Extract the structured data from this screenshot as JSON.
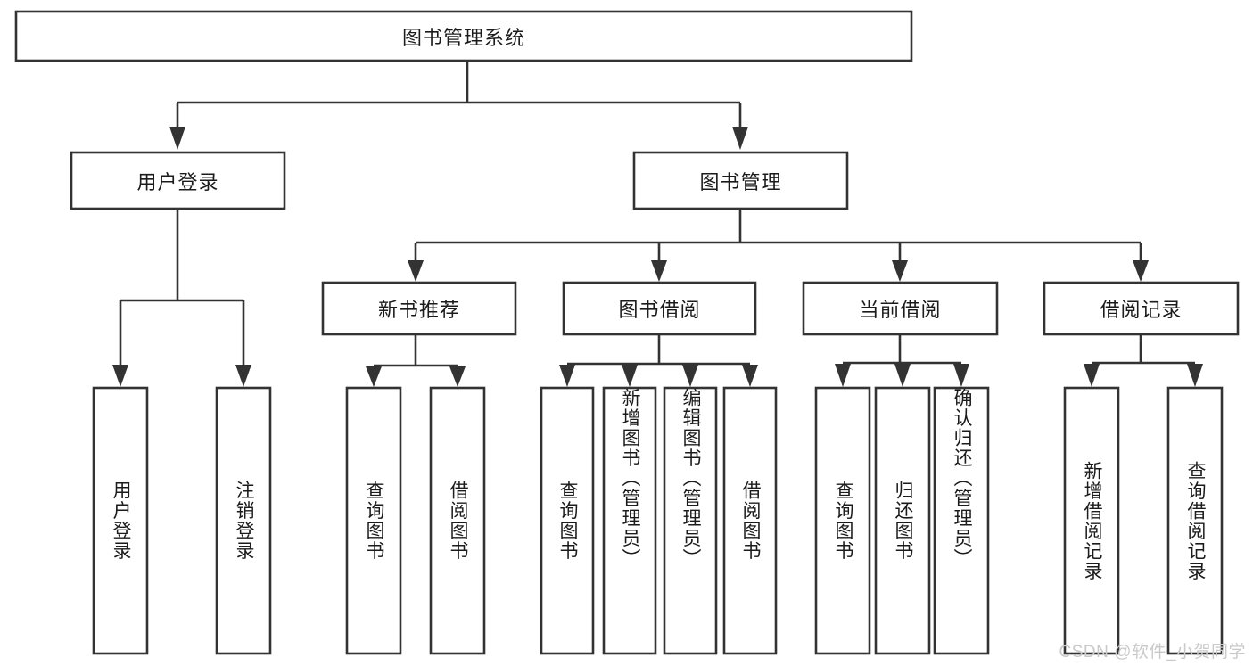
{
  "diagram": {
    "type": "tree-hierarchy-chart",
    "title": "图书管理系统",
    "stroke_color": "#333333",
    "box_fill": "#ffffff",
    "text_color": "#1b1b1b"
  },
  "nodes": {
    "root": {
      "label": "图书管理系统",
      "level": 0
    },
    "user_login": {
      "label": "用户登录",
      "level": 1
    },
    "book_manage": {
      "label": "图书管理",
      "level": 1
    },
    "new_book_rec": {
      "label": "新书推荐",
      "level": 2
    },
    "book_borrow": {
      "label": "图书借阅",
      "level": 2
    },
    "current_borrow": {
      "label": "当前借阅",
      "level": 2
    },
    "borrow_record": {
      "label": "借阅记录",
      "level": 2
    },
    "leaf_user_login": {
      "label": "用户登录",
      "level": 2
    },
    "leaf_logout": {
      "label": "注销登录",
      "level": 2
    },
    "leaf_query_book_1": {
      "label": "查询图书",
      "level": 3
    },
    "leaf_borrow_book_1": {
      "label": "借阅图书",
      "level": 3
    },
    "leaf_query_book_2": {
      "label": "查询图书",
      "level": 3
    },
    "leaf_add_book": {
      "label": "新增图书（管理员）",
      "level": 3
    },
    "leaf_edit_book": {
      "label": "编辑图书（管理员）",
      "level": 3
    },
    "leaf_borrow_book_2": {
      "label": "借阅图书",
      "level": 3
    },
    "leaf_query_book_3": {
      "label": "查询图书",
      "level": 3
    },
    "leaf_return_book": {
      "label": "归还图书",
      "level": 3
    },
    "leaf_confirm_return": {
      "label": "确认归还（管理员）",
      "level": 3
    },
    "leaf_add_record": {
      "label": "新增借阅记录",
      "level": 3
    },
    "leaf_query_record": {
      "label": "查询借阅记录",
      "level": 3
    }
  },
  "edges": [
    {
      "from": "root",
      "to": "user_login"
    },
    {
      "from": "root",
      "to": "book_manage"
    },
    {
      "from": "user_login",
      "to": "leaf_user_login"
    },
    {
      "from": "user_login",
      "to": "leaf_logout"
    },
    {
      "from": "book_manage",
      "to": "new_book_rec"
    },
    {
      "from": "book_manage",
      "to": "book_borrow"
    },
    {
      "from": "book_manage",
      "to": "current_borrow"
    },
    {
      "from": "book_manage",
      "to": "borrow_record"
    },
    {
      "from": "new_book_rec",
      "to": "leaf_query_book_1"
    },
    {
      "from": "new_book_rec",
      "to": "leaf_borrow_book_1"
    },
    {
      "from": "book_borrow",
      "to": "leaf_query_book_2"
    },
    {
      "from": "book_borrow",
      "to": "leaf_add_book"
    },
    {
      "from": "book_borrow",
      "to": "leaf_edit_book"
    },
    {
      "from": "book_borrow",
      "to": "leaf_borrow_book_2"
    },
    {
      "from": "current_borrow",
      "to": "leaf_query_book_3"
    },
    {
      "from": "current_borrow",
      "to": "leaf_return_book"
    },
    {
      "from": "current_borrow",
      "to": "leaf_confirm_return"
    },
    {
      "from": "borrow_record",
      "to": "leaf_add_record"
    },
    {
      "from": "borrow_record",
      "to": "leaf_query_record"
    }
  ],
  "watermark": {
    "text": "CSDN @软件_小贺同学"
  }
}
